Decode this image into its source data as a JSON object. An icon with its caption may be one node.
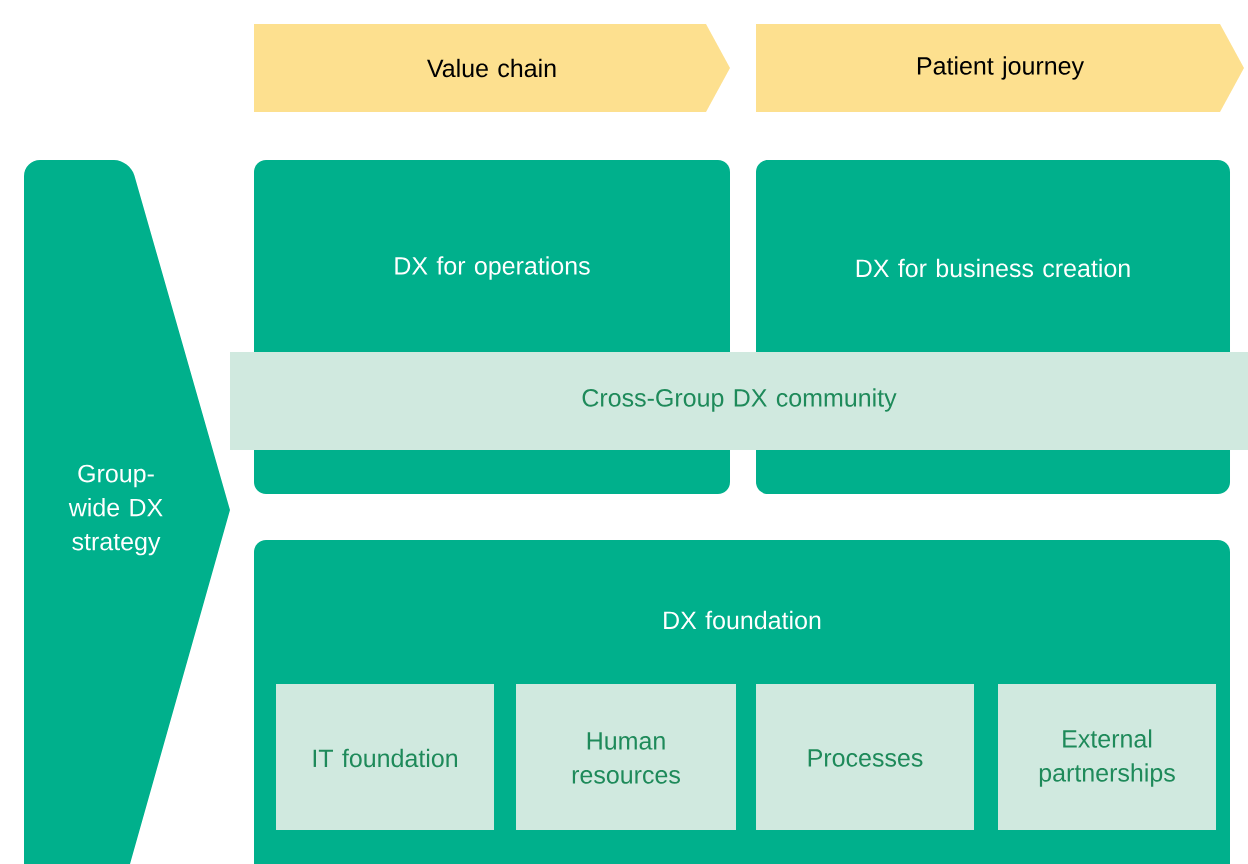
{
  "diagram": {
    "nodes": [
      {
        "text": [
          "Value chain"
        ]
      },
      {
        "text": [
          "Patient journey"
        ]
      },
      {
        "text": [
          "Group-wide DX strategy"
        ]
      },
      {
        "text": [
          "DX for operations"
        ]
      },
      {
        "text": [
          "DX for business creation"
        ]
      },
      {
        "text": [
          "Cross-Group DX community"
        ]
      },
      {
        "text": [
          "DX foundation"
        ]
      },
      {
        "text": [
          "IT foundation"
        ],
        "in": 6
      },
      {
        "text": [
          "Human resources"
        ],
        "in": 6
      },
      {
        "text": [
          "Processes"
        ],
        "in": 6
      },
      {
        "text": [
          "External partnerships"
        ],
        "in": 6
      }
    ]
  }
}
